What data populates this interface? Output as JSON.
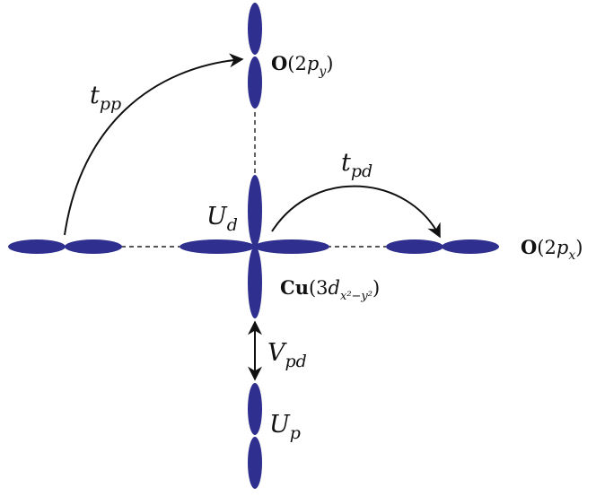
{
  "labels": {
    "t_pp": {
      "main": "t",
      "sub": "pp"
    },
    "t_pd": {
      "main": "t",
      "sub": "pd"
    },
    "U_d": {
      "main": "U",
      "sub": "d"
    },
    "V_pd": {
      "main": "V",
      "sub": "pd"
    },
    "U_p": {
      "main": "U",
      "sub": "p"
    },
    "O_py": {
      "element": "O",
      "open": "(2",
      "orbital": "p",
      "sub": "y",
      "close": ")"
    },
    "O_px": {
      "element": "O",
      "open": "(2",
      "orbital": "p",
      "sub": "x",
      "close": ")"
    },
    "Cu": {
      "element": "Cu",
      "open": "(3",
      "orbital": "d",
      "sub": "x²−y²",
      "close": ")"
    }
  },
  "colors": {
    "orbital": "#2f2f8f",
    "line": "#111111"
  }
}
